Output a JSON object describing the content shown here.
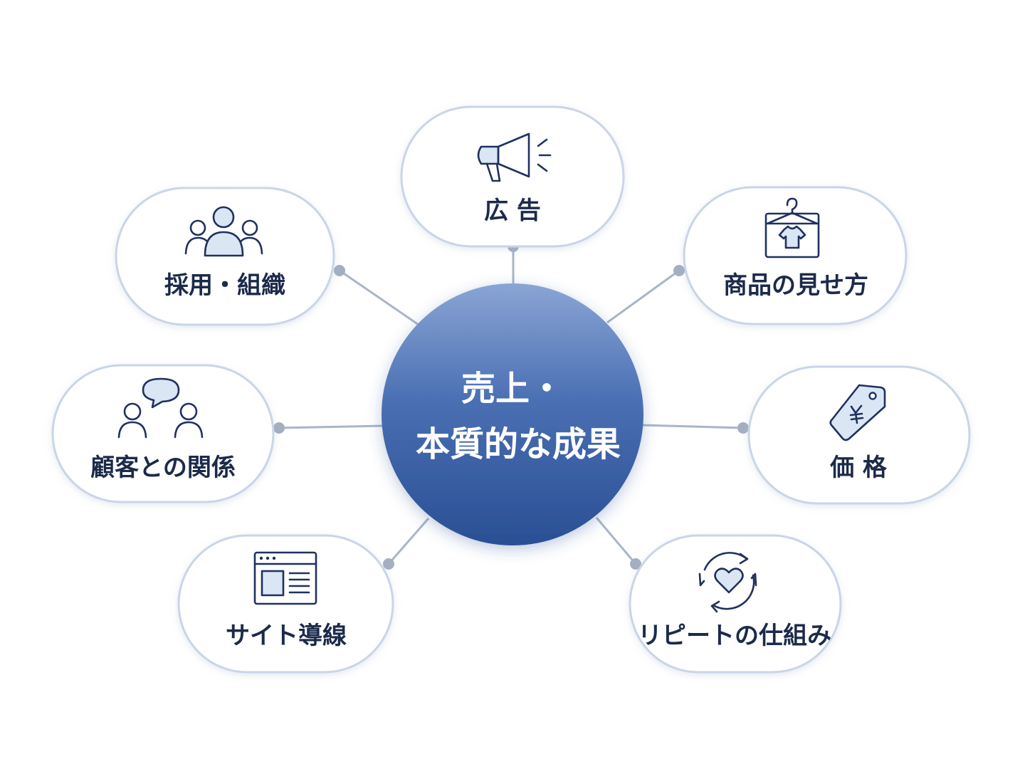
{
  "center": {
    "line1": "売上・",
    "line2": "本質的な成果"
  },
  "nodes": {
    "ad": {
      "label": "広 告",
      "icon": "megaphone-icon"
    },
    "recruit": {
      "label": "採用・組織",
      "icon": "people-group-icon"
    },
    "product": {
      "label": "商品の見せ方",
      "icon": "shirt-hanger-icon"
    },
    "customer": {
      "label": "顧客との関係",
      "icon": "speech-people-icon"
    },
    "price": {
      "label": "価 格",
      "icon": "yen-tag-icon"
    },
    "site": {
      "label": "サイト導線",
      "icon": "browser-window-icon"
    },
    "repeat": {
      "label": "リピートの仕組み",
      "icon": "heart-cycle-icon"
    }
  },
  "colors": {
    "center_top": "#8aa5d4",
    "center_bottom": "#2a4f94",
    "pill_border": "#c9d5e8",
    "connector": "#a9b5c9",
    "text": "#1c2a4a"
  }
}
